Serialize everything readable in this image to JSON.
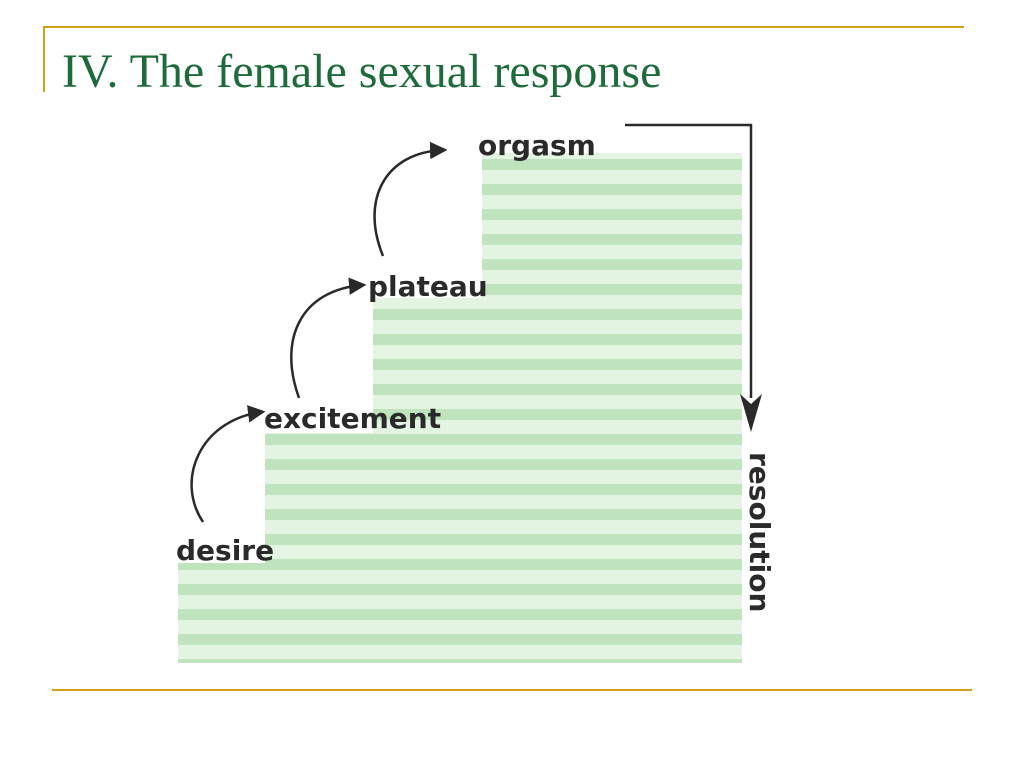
{
  "slide": {
    "title": "IV. The female sexual response"
  },
  "diagram": {
    "stages": [
      {
        "label": "desire"
      },
      {
        "label": "excitement"
      },
      {
        "label": "plateau"
      },
      {
        "label": "orgasm"
      }
    ],
    "resolution_label": "resolution"
  },
  "colors": {
    "title": "#1d6b3a",
    "accent_rule": "#d4a017",
    "step_fill_light": "#e4f4e2",
    "step_stripe": "#bfe3bc",
    "label_text": "#2a2a2a"
  }
}
